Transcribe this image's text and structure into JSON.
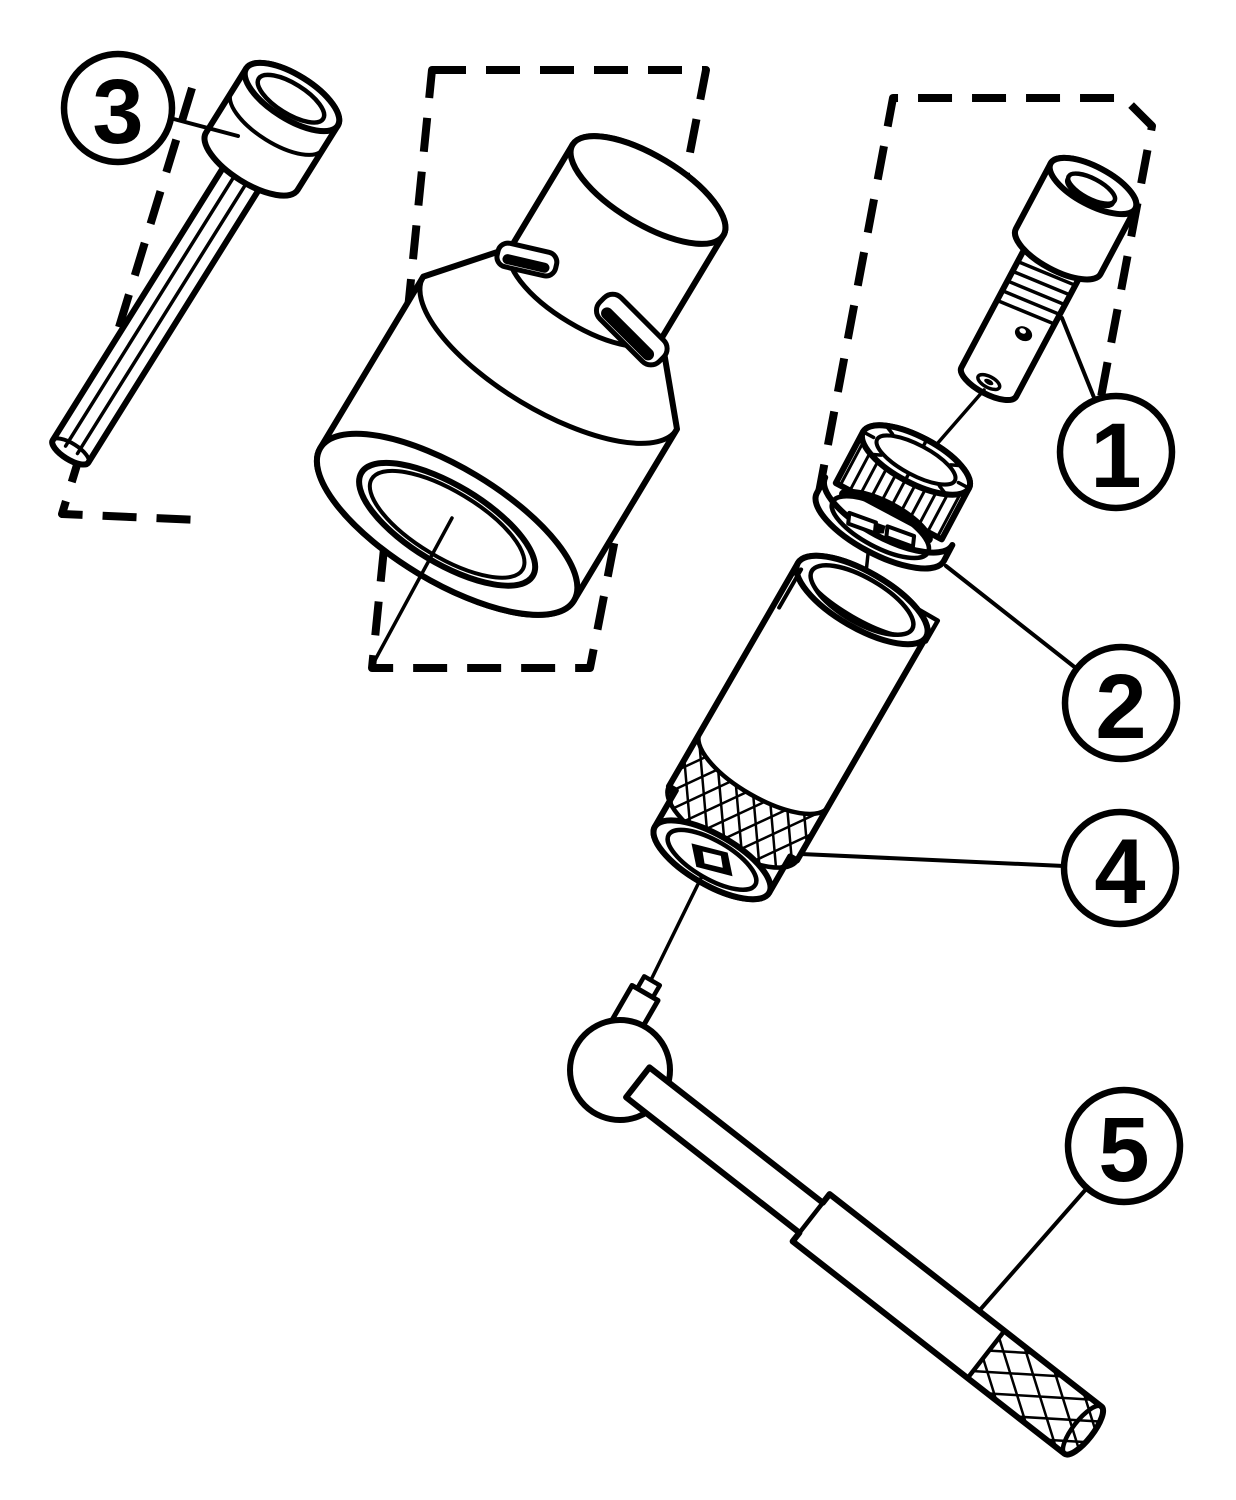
{
  "diagram": {
    "type": "exploded-parts-diagram",
    "colors": {
      "line": "#000000",
      "background": "#ffffff",
      "fill": "#ffffff"
    },
    "callouts": [
      {
        "label": "1",
        "part": "clamping-screw"
      },
      {
        "label": "2",
        "part": "clamping-plug"
      },
      {
        "label": "3",
        "part": "hex-key"
      },
      {
        "label": "4",
        "part": "adapter-sleeve"
      },
      {
        "label": "5",
        "part": "torque-wrench"
      }
    ]
  }
}
